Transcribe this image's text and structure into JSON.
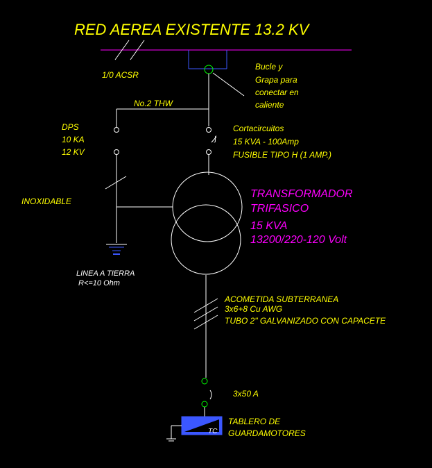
{
  "title": "RED AEREA EXISTENTE 13.2 KV",
  "conductor_label": "1/0 ACSR",
  "clamp_label": [
    "Bucle y",
    "Grapa para",
    "conectar en",
    "caliente"
  ],
  "thw_label": "No.2 THW",
  "dps_label": [
    "DPS",
    "10 KA",
    "12 KV"
  ],
  "cutout_label": [
    "Cortacircuitos",
    "15 KVA - 100Amp",
    "FUSIBLE TIPO H (1 AMP.)"
  ],
  "inox_label": "INOXIDABLE",
  "transformer_label": [
    "TRANSFORMADOR",
    "TRIFASICO",
    "15 KVA",
    "13200/220-120 Volt"
  ],
  "ground_label": [
    "LINEA A TIERRA",
    "R<=10 Ohm"
  ],
  "service_label": [
    "ACOMETIDA SUBTERRANEA",
    "3x6+8 Cu AWG",
    "TUBO 2\" GALVANIZADO CON CAPACETE"
  ],
  "breaker_label": "3x50 A",
  "panel_tag": "TC",
  "panel_label": [
    "TABLERO DE",
    "GUARDAMOTORES"
  ],
  "colors": {
    "background": "#000000",
    "yellow": "#ffff00",
    "green": "#00ff00",
    "blue": "#3b57ff",
    "magenta": "#ff00ff",
    "white": "#ffffff"
  }
}
